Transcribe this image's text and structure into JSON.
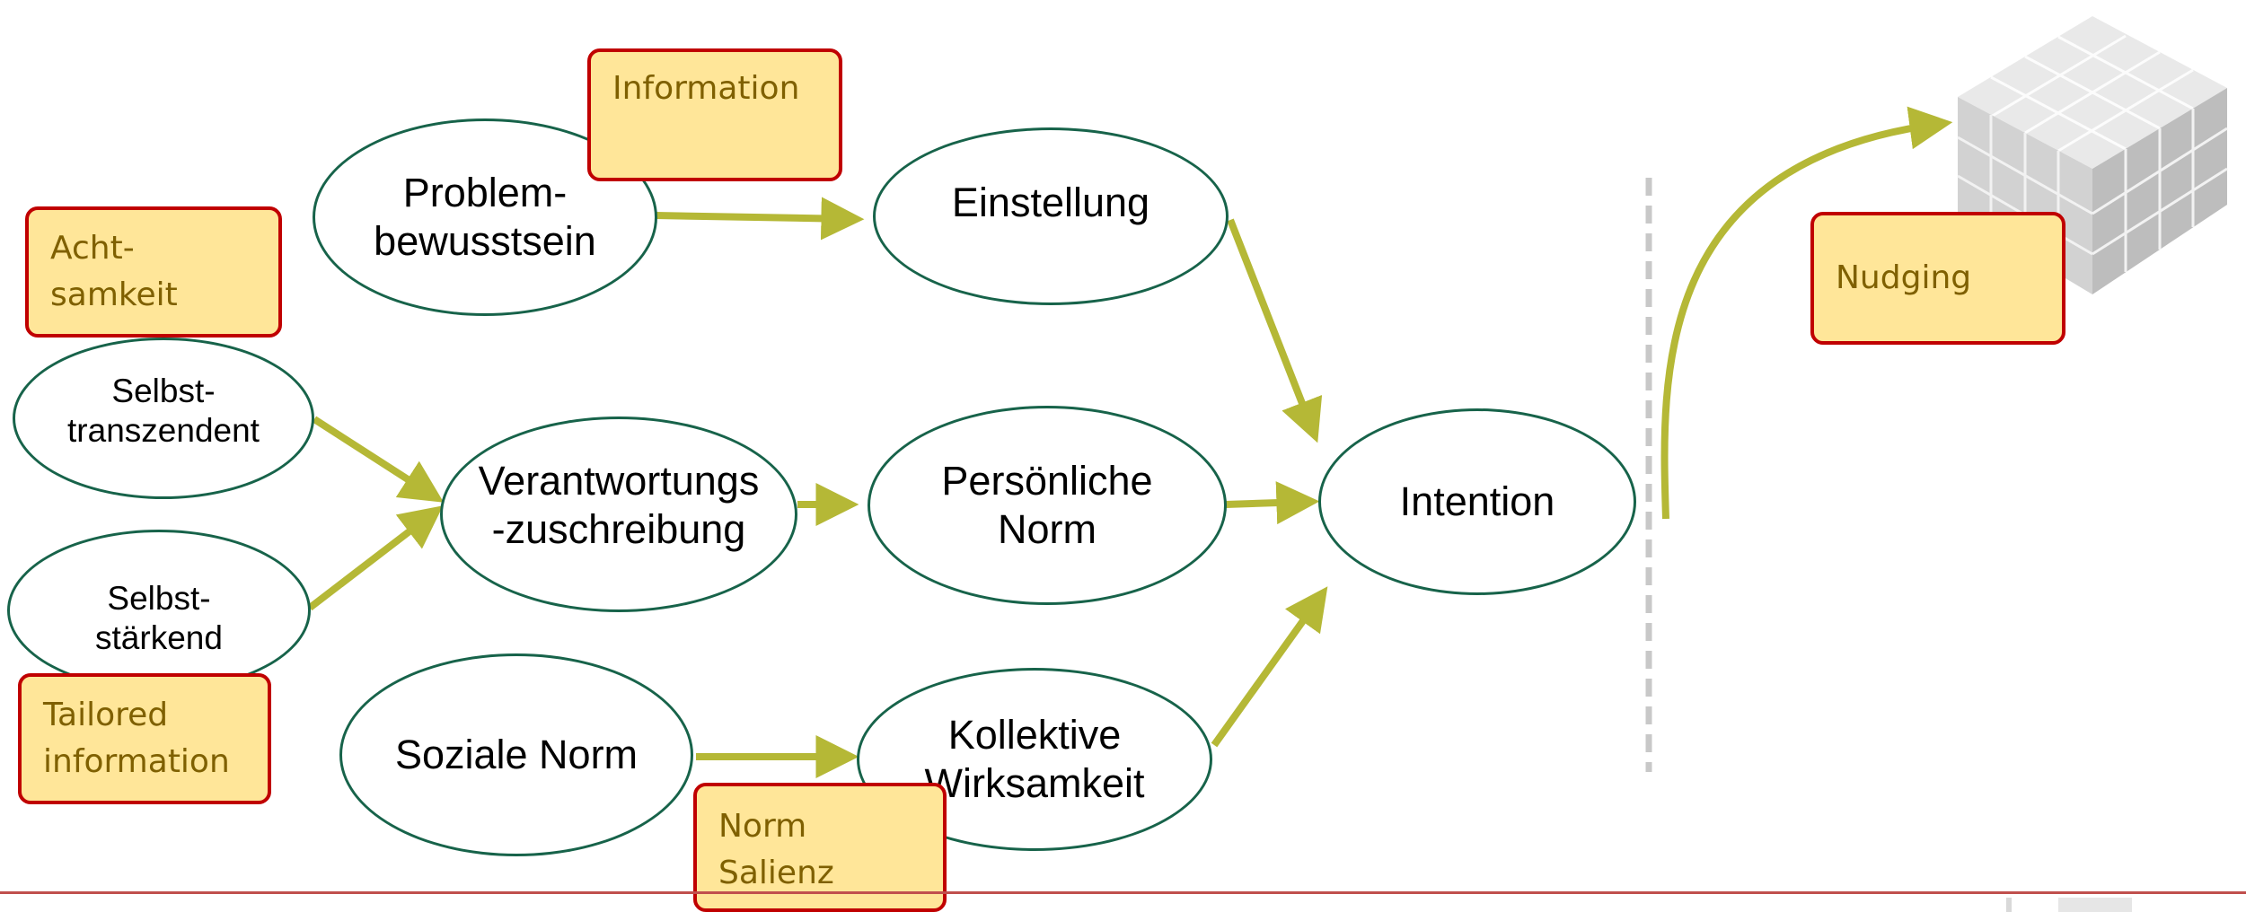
{
  "nodes": {
    "problembewusstsein": "Problem-\nbewusstsein",
    "einstellung": "Einstellung",
    "selbsttranszendent": "Selbst-\ntranszendent",
    "selbststaerkend": "Selbst-\nstärkend",
    "verantwortungszuschreibung": "Verantwortungs\n-zuschreibung",
    "persoenliche_norm": "Persönliche\nNorm",
    "intention": "Intention",
    "soziale_norm": "Soziale Norm",
    "kollektive_wirksamkeit": "Kollektive\nWirksamkeit"
  },
  "interventions": {
    "information": "Information",
    "achtsamkeit": "Acht-\nsamkeit",
    "tailored_information": "Tailored\ninformation",
    "norm_salienz": "Norm\nSalienz",
    "nudging": "Nudging"
  },
  "colors": {
    "arrow": "#b5b836",
    "node_border": "#17634a",
    "tag_fill": "#ffe699",
    "tag_border": "#c00000",
    "tag_text": "#7f6000",
    "divider": "#c8c8c8",
    "bottom_rule": "#c0504d"
  },
  "icons": {
    "nudging": "cube-grid-icon"
  }
}
